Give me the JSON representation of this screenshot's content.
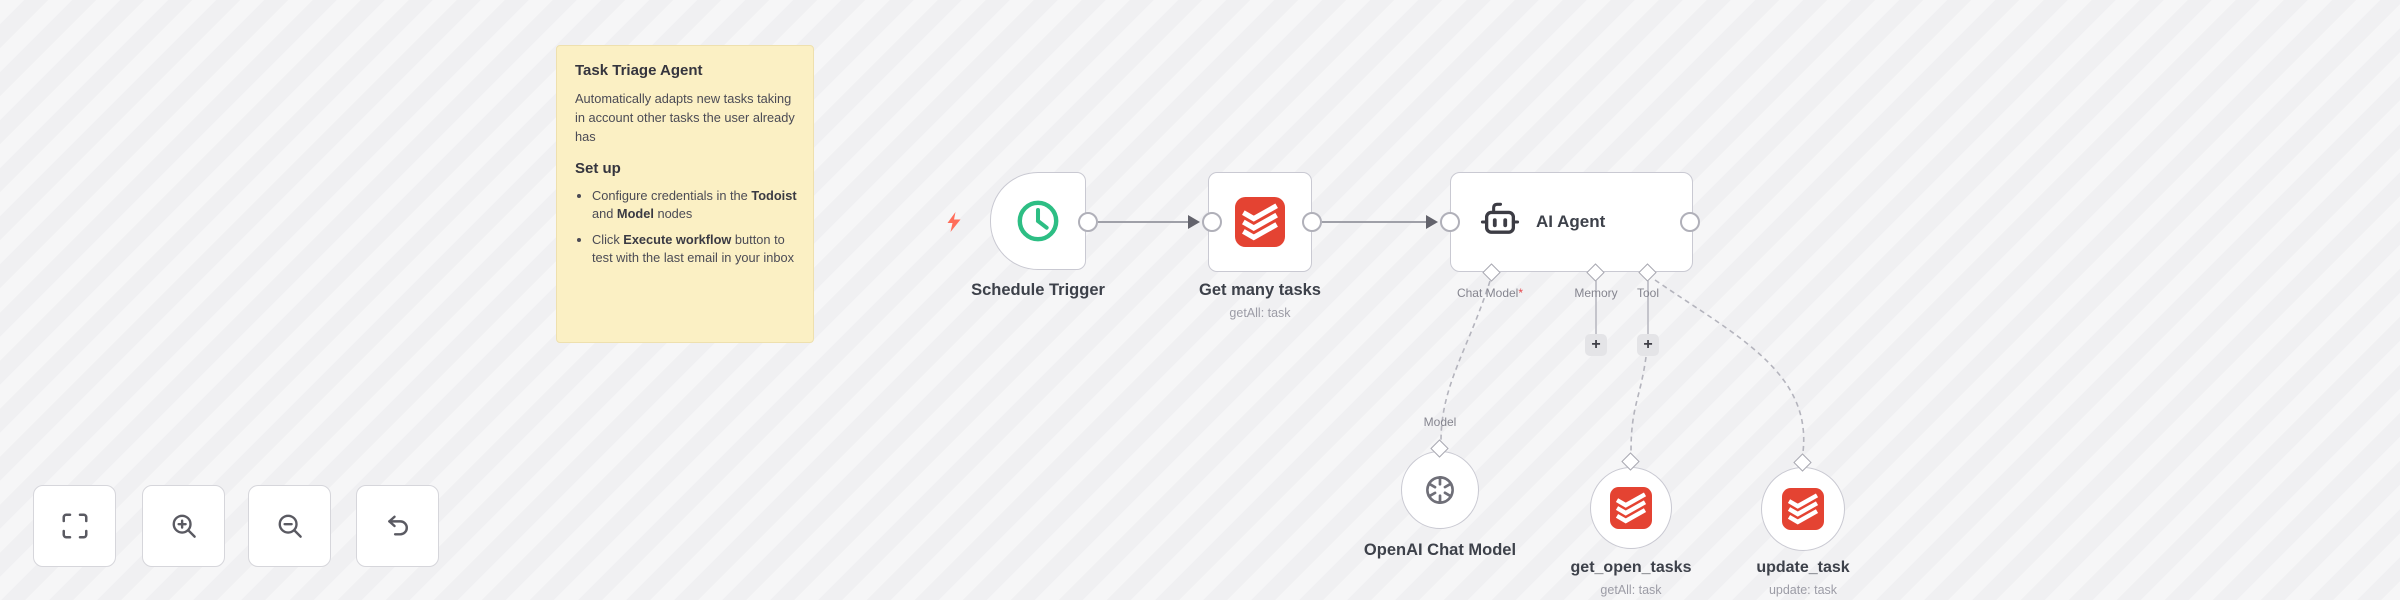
{
  "sticky": {
    "title": "Task Triage Agent",
    "description": "Automatically adapts new tasks taking in account other tasks the user already has",
    "setup_heading": "Set up",
    "bullet1": {
      "pre": "Configure credentials in the ",
      "bold1": "Todoist",
      "mid": " and ",
      "bold2": "Model",
      "post": " nodes"
    },
    "bullet2": {
      "pre": "Click ",
      "bold": "Execute workflow",
      "post": " button to test with the last email in your inbox"
    }
  },
  "nodes": {
    "schedule_trigger": {
      "label": "Schedule Trigger"
    },
    "get_many_tasks": {
      "label": "Get many tasks",
      "subtitle": "getAll: task"
    },
    "ai_agent": {
      "label": "AI Agent"
    },
    "openai_chat_model": {
      "label": "OpenAI Chat Model"
    },
    "get_open_tasks": {
      "label": "get_open_tasks",
      "subtitle": "getAll: task"
    },
    "update_task": {
      "label": "update_task",
      "subtitle": "update: task"
    }
  },
  "ports": {
    "chat_model": "Chat Model",
    "chat_model_required_mark": "*",
    "memory": "Memory",
    "tool": "Tool",
    "model": "Model",
    "add_button": "+"
  },
  "icons": {
    "trigger": "clock-icon",
    "todoist": "todoist-icon",
    "agent": "robot-icon",
    "openai": "openai-logo-icon",
    "execute": "lightning-bolt-icon",
    "controls": [
      "fit-view-icon",
      "zoom-in-icon",
      "zoom-out-icon",
      "undo-icon"
    ]
  },
  "colors": {
    "canvas_bg": "#f3f3f4",
    "sticky_bg": "#fbf0c4",
    "todoist_red": "#e44332",
    "trigger_green": "#2dbe84",
    "execute_bolt": "#ff6d5a",
    "wire_gray": "#9fa0a8",
    "required_red": "#e5484d",
    "node_border": "#c9c9d2"
  }
}
